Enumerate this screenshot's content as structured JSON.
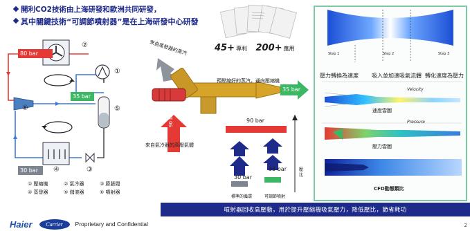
{
  "header": {
    "line1": "開利CO2技術由上海研發和歐洲共同研發，",
    "line2": "其中關鍵技術“可調節噴射器”是在上海研發中心研發"
  },
  "patents": {
    "count1": "45+",
    "label1": "專利",
    "count2": "200+",
    "label2": "應用"
  },
  "cycle": {
    "bar_top": "80 bar",
    "bar_mid": "35 bar",
    "bar_bottom": "30 bar",
    "num1": "①",
    "num2": "②",
    "num3": "③",
    "num4": "④",
    "num5": "⑤",
    "num6": "⑥",
    "legend": [
      [
        "① 壓縮機",
        "② 氣冷器",
        "③ 膨脹閥"
      ],
      [
        "④ 蒸發器",
        "⑤ 儲液器",
        "⑥ 噴射器"
      ]
    ]
  },
  "ejector": {
    "from_evaporator": "來自蒸發器的蒸汽",
    "from_evaporator_bar": "30 bar",
    "from_gascooler": "來自氣冷器的高壓氣體",
    "from_gascooler_bar": "90 bar",
    "outlet_label": "預壓縮好的蒸汽，通向壓縮機",
    "outlet_bar": "35 bar"
  },
  "bars": {
    "high_label": "90 bar",
    "low_label": "30 bar",
    "mid_label": "35 bar",
    "cap_left": "標準的循環",
    "cap_right": "可調節噴射",
    "axis_label": "壓比"
  },
  "cfd": {
    "step1": "Step 1",
    "step2": "Step 2",
    "step3": "Step 3",
    "caption1": "壓力轉換為速度",
    "caption2": "吸入並加速吸氣流體",
    "caption3": "轉化速度為壓力",
    "velocity_title": "Velocity",
    "velocity_caption": "速度雲圖",
    "pressure_title": "Pressure",
    "pressure_caption": "壓力雲圖",
    "bottom_caption": "CFD動態類比"
  },
  "bottom_band": "噴射器回收高壓動，用於提升壓縮機吸氣壓力，降低壓比，節省耗功",
  "footer": {
    "brand1": "Haier",
    "brand2": "Carrier",
    "text": "Proprietary and Confidential",
    "page": "2"
  }
}
